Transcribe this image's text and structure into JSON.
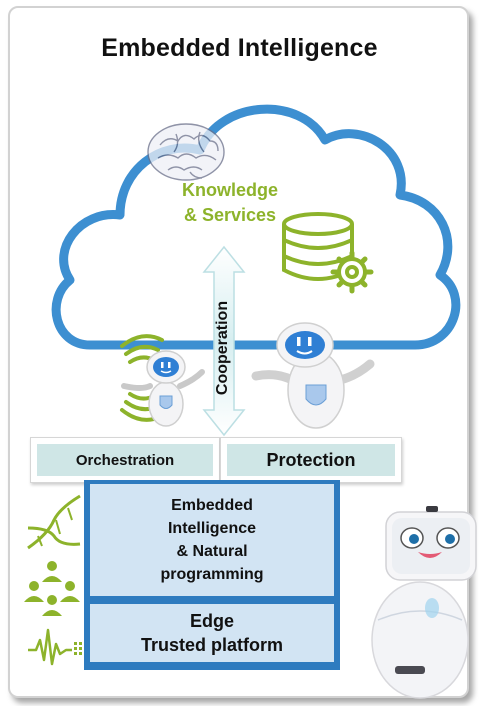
{
  "title": "Embedded Intelligence",
  "cloud": {
    "label_line1": "Knowledge",
    "label_line2": "& Services"
  },
  "arrow": {
    "label": "Cooperation"
  },
  "boxes": {
    "orchestration": "Orchestration",
    "protection": "Protection",
    "embedded_line1": "Embedded",
    "embedded_line2": "Intelligence",
    "embedded_line3": "& Natural",
    "embedded_line4": "programming",
    "edge_line1": "Edge",
    "edge_line2": "Trusted platform"
  },
  "colors": {
    "cloud_outline": "#3d8fd1",
    "accent_green": "#8db32b",
    "box_fill": "#d2e4f3",
    "stack_blue": "#2e7bbf",
    "teal_fill": "#cfe6e6"
  },
  "icons": [
    "brain-icon",
    "database-gear-icon",
    "wifi-signal-icon",
    "robot-icon",
    "dna-icon",
    "people-network-icon",
    "waveform-icon",
    "buddy-robot-icon"
  ]
}
